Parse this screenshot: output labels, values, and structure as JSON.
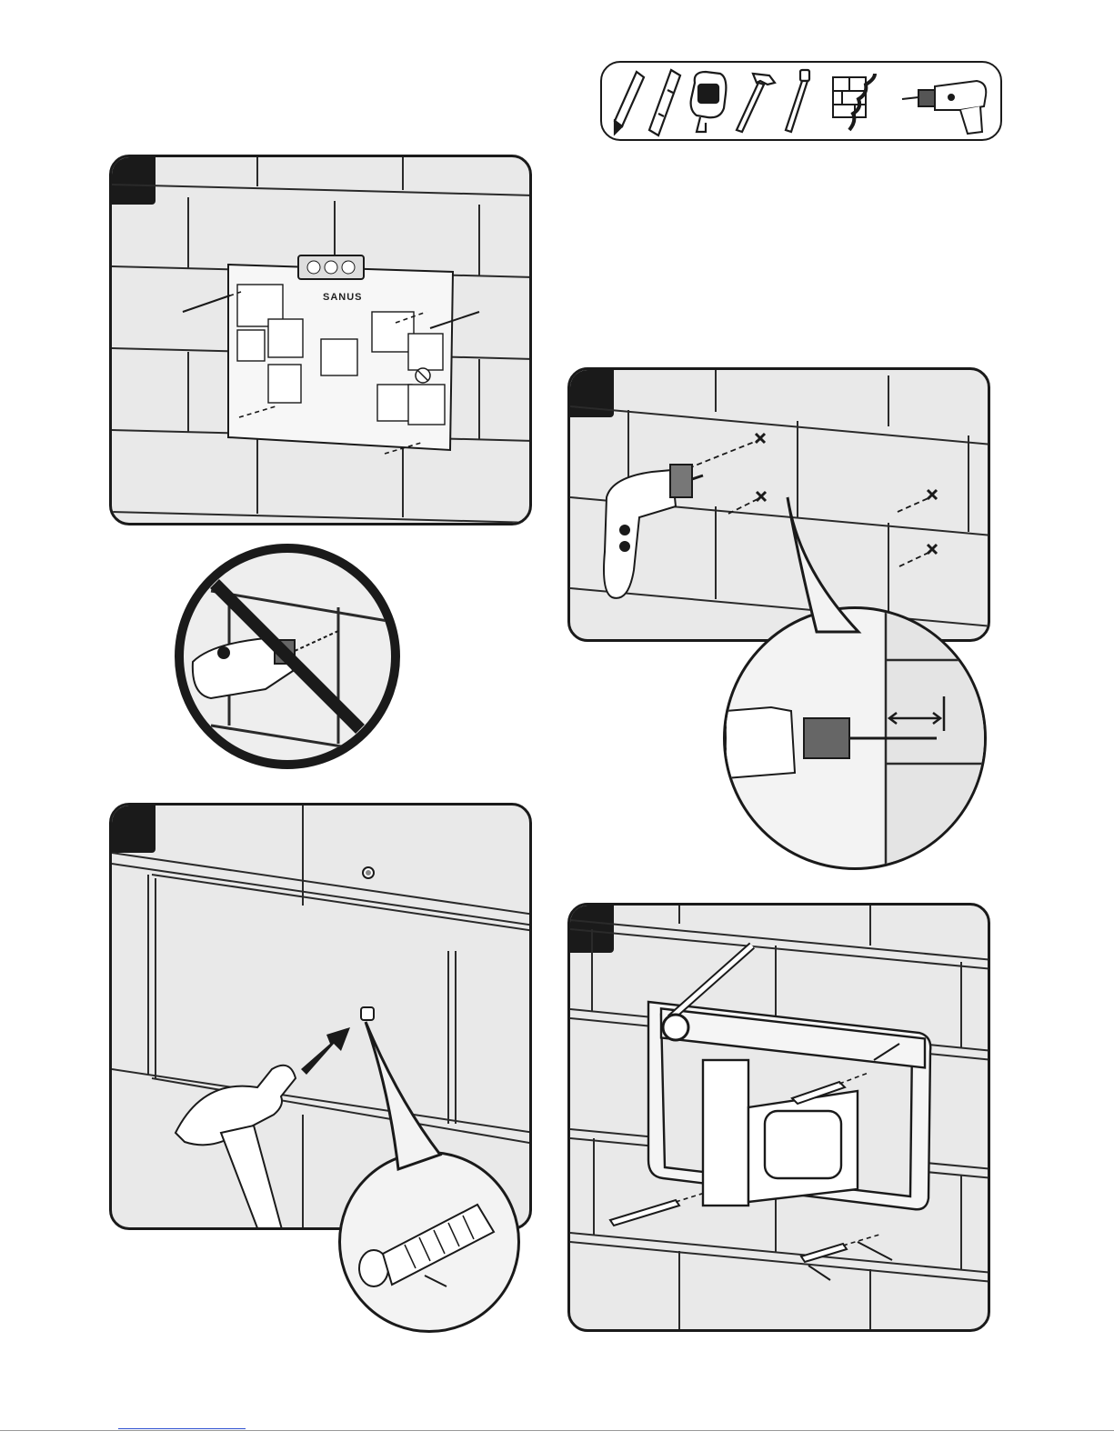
{
  "brand": {
    "logo_text": "SANUS"
  },
  "tools": [
    {
      "icon": "pencil-icon"
    },
    {
      "icon": "level-icon"
    },
    {
      "icon": "tape-measure-icon"
    },
    {
      "icon": "hammer-icon"
    },
    {
      "icon": "socket-wrench-icon"
    },
    {
      "icon": "masonry-drill-bit-icon"
    },
    {
      "icon": "power-drill-icon"
    }
  ],
  "steps": [
    {
      "panel": "template-on-wall",
      "icon": "wall-template-icon"
    },
    {
      "panel": "drill-pilot-holes",
      "icon": "drill-icon"
    },
    {
      "panel": "insert-anchors",
      "icon": "wall-anchor-icon"
    },
    {
      "panel": "attach-wall-plate",
      "icon": "wall-plate-icon"
    }
  ],
  "warning": {
    "icon": "no-drilling-on-grout-icon"
  },
  "colors": {
    "ink": "#1a1a1a",
    "panel_bg": "#e9e9e9",
    "tile_line": "#3a3a3a"
  }
}
